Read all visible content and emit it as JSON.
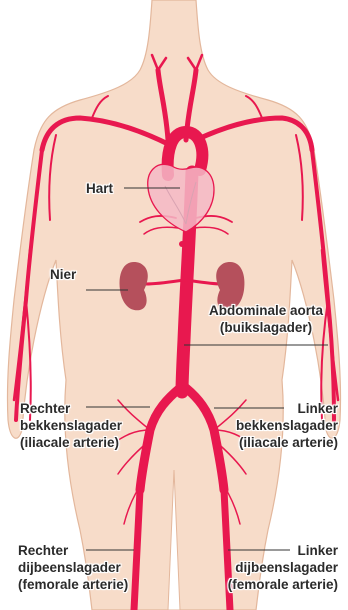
{
  "labels": {
    "heart": "Hart",
    "kidney": "Nier",
    "aorta_line1": "Abdominale aorta",
    "aorta_line2": "(buikslagader)",
    "right_iliac_line1": "Rechter",
    "right_iliac_line2": "bekkenslagader",
    "right_iliac_line3": "(iliacale arterie)",
    "left_iliac_line1": "Linker",
    "left_iliac_line2": "bekkenslagader",
    "left_iliac_line3": "(iliacale arterie)",
    "right_femoral_line1": "Rechter",
    "right_femoral_line2": "dijbeenslagader",
    "right_femoral_line3": "(femorale arterie)",
    "left_femoral_line1": "Linker",
    "left_femoral_line2": "dijbeenslagader",
    "left_femoral_line3": "(femorale arterie)"
  },
  "colors": {
    "skin": "#f7dcc9",
    "skin_outline": "#e3b79c",
    "artery": "#e8184f",
    "heart": "#f4b8c6",
    "kidney": "#b5505c",
    "text": "#2b2b2b",
    "leader_line": "#333333"
  }
}
